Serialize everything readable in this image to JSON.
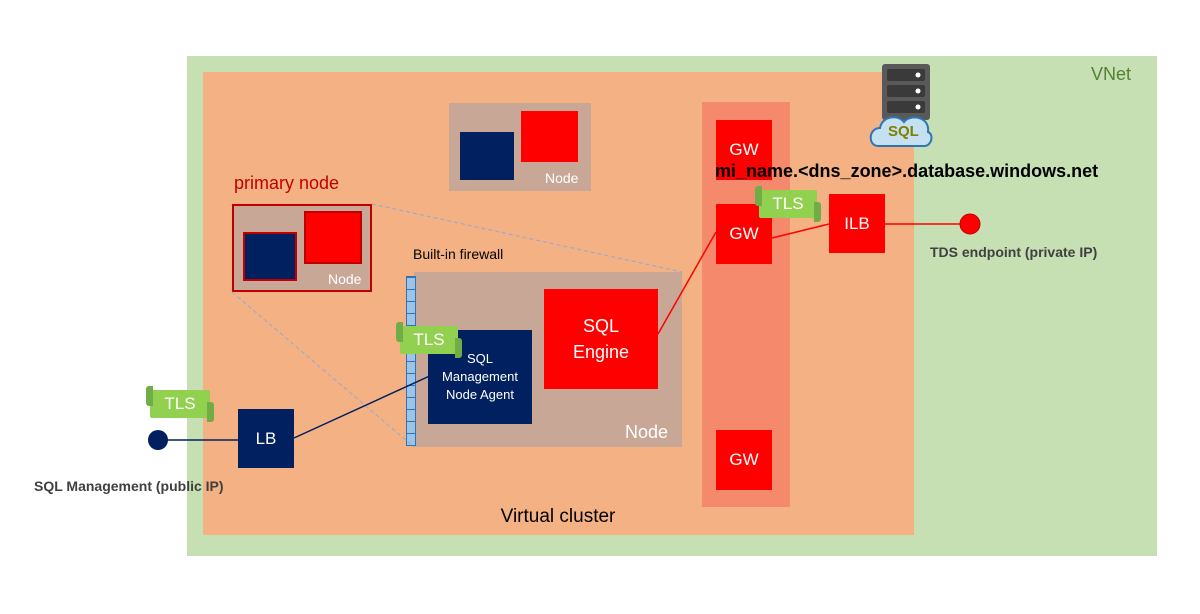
{
  "vnet": {
    "label": "VNet"
  },
  "cluster": {
    "label": "Virtual cluster"
  },
  "nodes": {
    "top": {
      "label": "Node"
    },
    "primary": {
      "title": "primary node",
      "label": "Node"
    },
    "main": {
      "label": "Node",
      "firewall_label": "Built-in firewall",
      "sql_engine": "SQL\nEngine",
      "agent": "SQL\nManagement\nNode Agent"
    }
  },
  "gateways": [
    "GW",
    "GW",
    "GW"
  ],
  "ilb": {
    "label": "ILB"
  },
  "lb": {
    "label": "LB"
  },
  "tls": {
    "label": "TLS"
  },
  "dns_name": "mi_name.<dns_zone>.database.windows.net",
  "endpoints": {
    "tds": "TDS endpoint (private IP)",
    "management": "SQL Management (public IP)"
  },
  "sql_icon": {
    "icon": "sql-server-cloud-icon",
    "label": "SQL"
  },
  "colors": {
    "vnet": "#c6e0b4",
    "cluster": "#f4b183",
    "gw_strip": "#f4896b",
    "node": "#c9a797",
    "red": "#ff0000",
    "navy": "#002060",
    "tls": "#92d050"
  }
}
